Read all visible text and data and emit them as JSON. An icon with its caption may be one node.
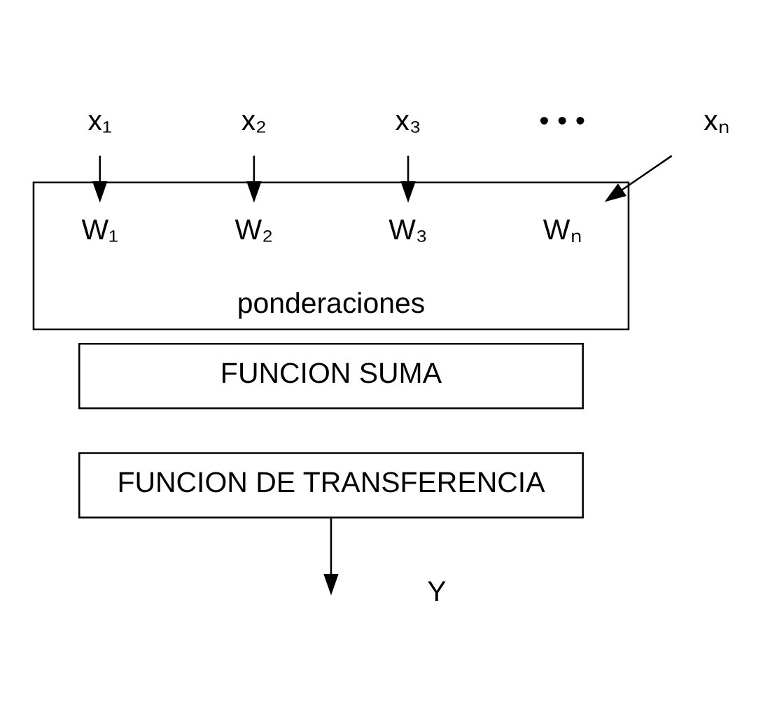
{
  "diagram": {
    "nodes": [
      {
        "text": [
          "x₁"
        ]
      },
      {
        "text": [
          "x₂"
        ]
      },
      {
        "text": [
          "x₃"
        ]
      },
      {
        "text": [
          "xₙ"
        ]
      },
      {
        "text": [
          "ponderaciones"
        ]
      },
      {
        "text": [
          "W₁"
        ],
        "in": 4
      },
      {
        "text": [
          "W₂"
        ],
        "in": 4
      },
      {
        "text": [
          "W₃"
        ],
        "in": 4
      },
      {
        "text": [
          "Wₙ"
        ],
        "in": 4
      },
      {
        "text": [
          "FUNCION SUMA"
        ]
      },
      {
        "text": [
          "FUNCION DE TRANSFERENCIA"
        ]
      }
    ],
    "edges": [
      {
        "from": 0,
        "to": 5,
        "arrow": "to"
      },
      {
        "from": 1,
        "to": 6,
        "arrow": "to"
      },
      {
        "from": 2,
        "to": 7,
        "arrow": "to"
      },
      {
        "from": 3,
        "to": 8,
        "arrow": "to"
      },
      {
        "from": 10,
        "to": null,
        "arrow": "to"
      }
    ],
    "labels": [
      "• • •",
      "Y"
    ]
  }
}
